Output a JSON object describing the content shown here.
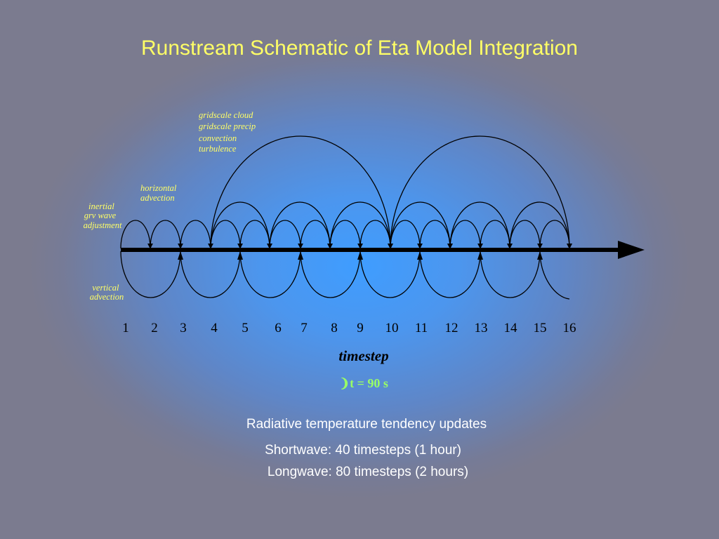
{
  "title": "Runstream Schematic of Eta Model Integration",
  "labels": {
    "physics": [
      "gridscale cloud",
      "gridscale precip",
      "convection",
      "turbulence"
    ],
    "horizontal": [
      "horizontal",
      "advection"
    ],
    "inertial": [
      "inertial",
      "grv wave",
      "adjustment"
    ],
    "vertical": [
      "vertical",
      "advection"
    ]
  },
  "timesteps": [
    "1",
    "2",
    "3",
    "4",
    "5",
    "6",
    "7",
    "8",
    "9",
    "10",
    "11",
    "12",
    "13",
    "14",
    "15",
    "16"
  ],
  "axis_title": "timestep",
  "dt_symbol": "❩",
  "dt_text": "t = 90 s",
  "notes": {
    "line1": "Radiative temperature tendency updates",
    "line2": "Shortwave: 40 timesteps (1 hour)",
    "line3": "Longwave: 80 timesteps (2 hours)"
  },
  "colors": {
    "title": "#ffff66",
    "labels": "#ffff66",
    "dt": "#99ff66",
    "notes": "#ffffff"
  }
}
